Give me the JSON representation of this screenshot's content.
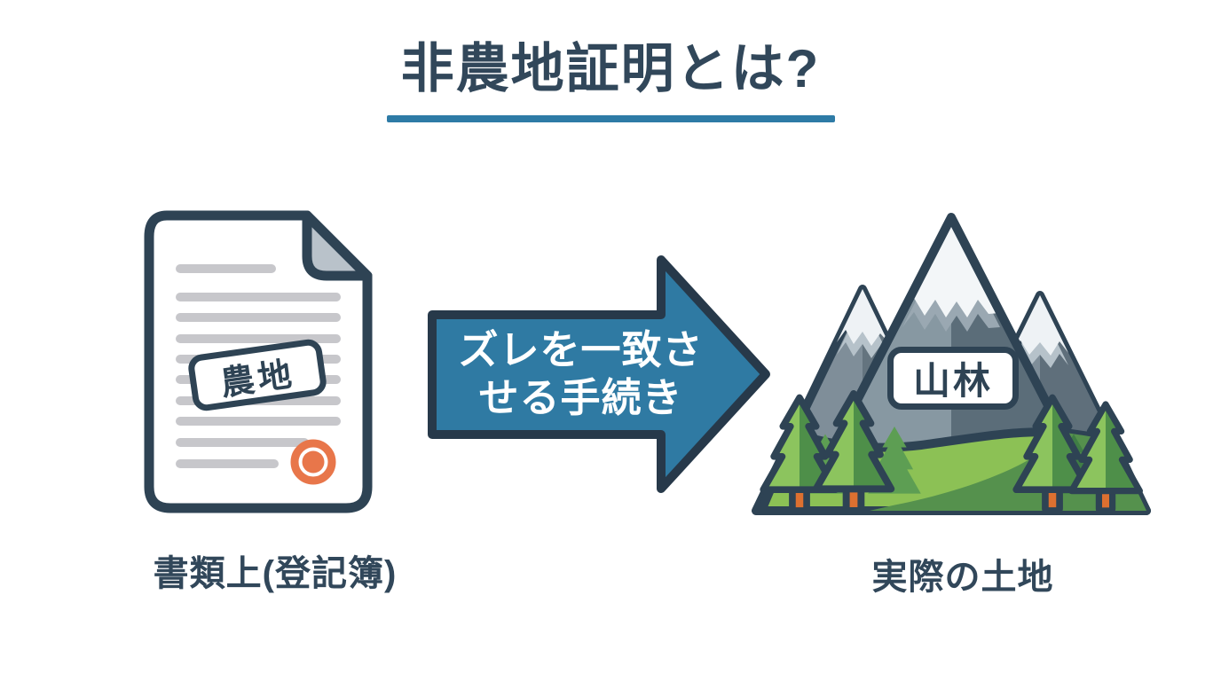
{
  "title": {
    "text": "非農地証明とは?"
  },
  "document": {
    "icon": "document-with-stamp-icon",
    "seal_icon": "round-seal-icon",
    "stamp_label": "農地",
    "caption": "書類上(登記簿)"
  },
  "arrow": {
    "icon": "right-arrow-icon",
    "line1": "ズレを一致さ",
    "line2": "せる手続き"
  },
  "land": {
    "icon": "mountain-forest-icon",
    "label": "山林",
    "caption": "実際の土地"
  },
  "colors": {
    "navy_outline": "#2e4354",
    "text_navy": "#31475a",
    "accent_underline_blue": "#2e7ba6",
    "arrow_blue": "#2f7aa3",
    "seal_orange": "#e8764a",
    "trunk_orange": "#dd7030",
    "doc_line_gray": "#c7c7cb",
    "fold_gray": "#b9c2ca",
    "snow_white": "#f3f6f8",
    "snow_shadow_gray": "#9aa8b2",
    "mountain_light_gray": "#8798a2",
    "mountain_dark_gray": "#5b6d79",
    "leaf_light_green": "#8cc45e",
    "leaf_dark_green": "#4e8f49",
    "grass_light_green": "#8cc155",
    "grass_dark_green": "#55914d"
  }
}
